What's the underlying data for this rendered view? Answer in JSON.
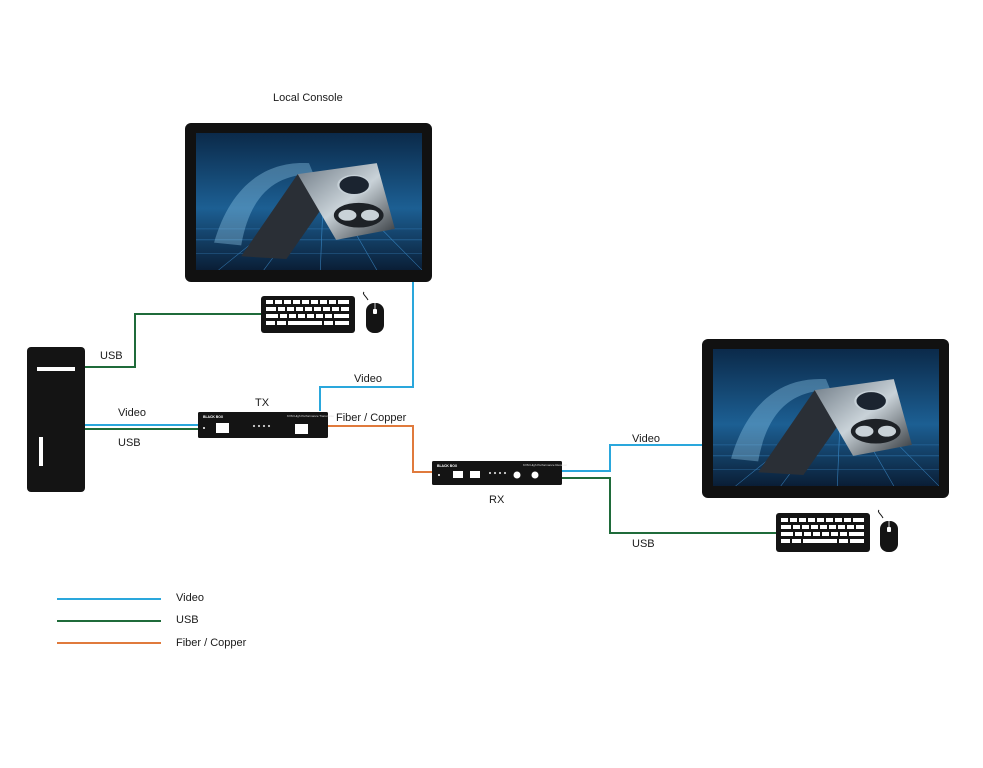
{
  "labels": {
    "local_console": "Local Console",
    "tx": "TX",
    "rx": "RX",
    "pc_usb": "USB",
    "tx_video_in": "Video",
    "tx_usb_in": "USB",
    "tx_video_out": "Video",
    "link": "Fiber / Copper",
    "rx_video": "Video",
    "rx_usb": "USB"
  },
  "legend": [
    {
      "label": "Video",
      "color": "#2aa7dc"
    },
    {
      "label": "USB",
      "color": "#1f6b3a"
    },
    {
      "label": "Fiber / Copper",
      "color": "#e07a3c"
    }
  ],
  "devices": {
    "brand": "BLACK BOX",
    "tx_caption": "KVM High Performance Transmitter",
    "rx_caption": "KVM High Performance Receiver"
  },
  "colors": {
    "video": "#2aa7dc",
    "usb": "#1f6b3a",
    "fiber": "#e07a3c",
    "device": "#141414"
  }
}
